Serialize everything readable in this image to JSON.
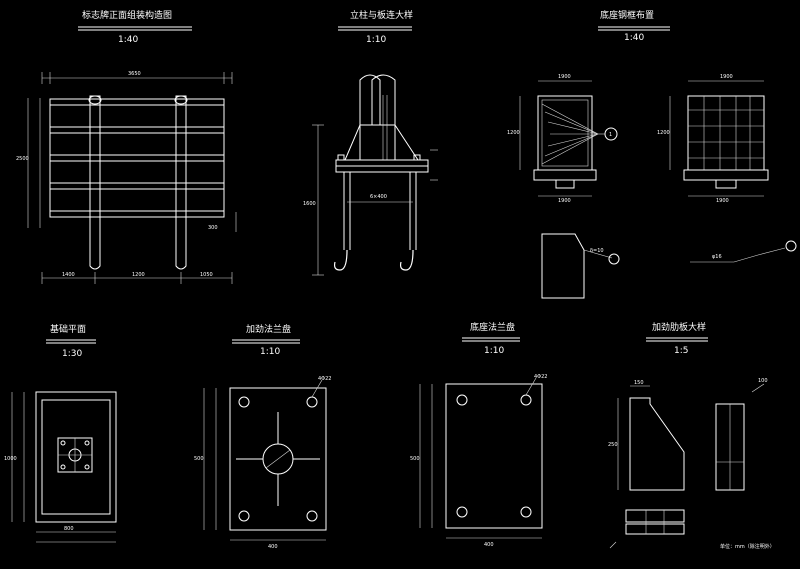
{
  "drawings": {
    "guardrail_elevation": {
      "title": "标志牌正面组装构造图",
      "scale": "1:40"
    },
    "post_side": {
      "title": "立柱与板连大样",
      "scale": "1:10"
    },
    "back_frame": {
      "title": "底座钢框布置",
      "scale": "1:40",
      "callout": "1"
    },
    "base_plan": {
      "title": "基础平面",
      "scale": "1:30"
    },
    "flange_top": {
      "title": "加劲法兰盘",
      "scale": "1:10",
      "bolt_note": "4Φ22"
    },
    "flange_bottom": {
      "title": "底座法兰盘",
      "scale": "1:10",
      "bolt_note": "4Φ22"
    },
    "stiffener": {
      "title": "加劲肋板大样",
      "scale": "1:5"
    },
    "sheet_note": "单位：mm（除注明外）"
  },
  "dims": {
    "a_top_total": "3650",
    "a_left_side": "2500",
    "a_bottom": [
      "1400",
      "1200",
      "1050"
    ],
    "a_right_small": "300",
    "b_height": "1600",
    "b_plate": "6×400",
    "c_top": "1900",
    "c_left": "1200",
    "c_bottom": "1900",
    "d_top": "1900",
    "d_left": "1200",
    "d_bottom": "1900",
    "e_plate_note": "δ=10",
    "f_bar_note": "φ16",
    "g_left": "1000",
    "g_bottom": "800",
    "h_left": "500",
    "h_bottom": "400",
    "i_left": "500",
    "i_bottom": "400",
    "j_dims": [
      "250",
      "150",
      "100"
    ]
  }
}
